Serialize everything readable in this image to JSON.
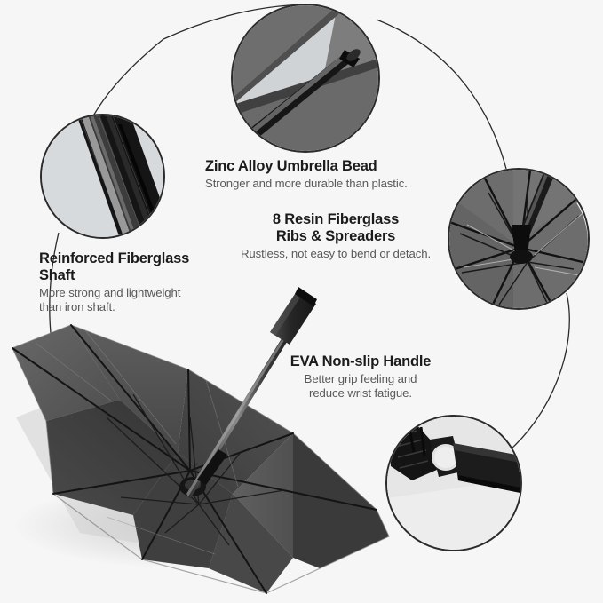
{
  "page": {
    "type": "product-feature-infographic",
    "subject": "golf umbrella",
    "background_color": "#f6f6f6",
    "title_color": "#1b1b1b",
    "body_color": "#595959",
    "line_color": "#2b2b2b"
  },
  "features": [
    {
      "id": "bead",
      "title": "Zinc Alloy Umbrella Bead",
      "subtitle": "Stronger and more durable than plastic.",
      "callout_icon": "umbrella-tip-closeup-photo"
    },
    {
      "id": "ribs",
      "title_line1": "8 Resin Fiberglass",
      "title_line2": "Ribs & Spreaders",
      "subtitle": "Rustless, not easy to bend or detach.",
      "callout_icon": "umbrella-rib-hub-closeup-photo"
    },
    {
      "id": "shaft",
      "title_line1": "Reinforced Fiberglass",
      "title_line2": "Shaft",
      "subtitle_line1": "More strong and lightweight",
      "subtitle_line2": "than iron shaft.",
      "callout_icon": "fiberglass-shaft-closeup-photo"
    },
    {
      "id": "handle",
      "title": "EVA Non-slip Handle",
      "subtitle_line1": "Better grip feeling and",
      "subtitle_line2": "reduce wrist fatigue.",
      "callout_icon": "eva-handle-closeup-photo"
    }
  ],
  "main_image": {
    "name": "open-umbrella-tilted-interior-view",
    "canopy_color": "#555555",
    "frame_color": "#1a1a1a",
    "handle_color": "#2a2a2a"
  }
}
